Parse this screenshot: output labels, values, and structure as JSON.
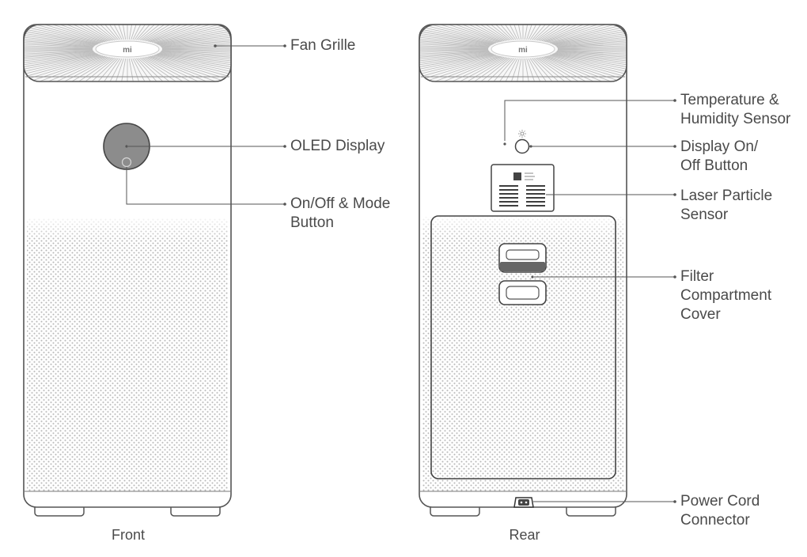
{
  "diagram": {
    "front": {
      "caption": "Front",
      "logo_text": "mi",
      "labels": {
        "fan_grille": [
          "Fan Grille"
        ],
        "oled_display": [
          "OLED Display"
        ],
        "mode_button": [
          "On/Off & Mode",
          "Button"
        ]
      }
    },
    "rear": {
      "caption": "Rear",
      "logo_text": "mi",
      "labels": {
        "temp_sensor": [
          "Temperature &",
          "Humidity Sensor"
        ],
        "display_button": [
          "Display On/",
          "Off Button"
        ],
        "laser_sensor": [
          "Laser Particle",
          "Sensor"
        ],
        "filter_cover": [
          "Filter",
          "Compartment",
          "Cover"
        ],
        "power_connector": [
          "Power Cord",
          "Connector"
        ]
      }
    },
    "colors": {
      "outline": "#555555",
      "text": "#4a4a4a",
      "dots": "#b8b8b8",
      "grille": "#bdbdbd",
      "display": "#8c8c8c"
    }
  }
}
